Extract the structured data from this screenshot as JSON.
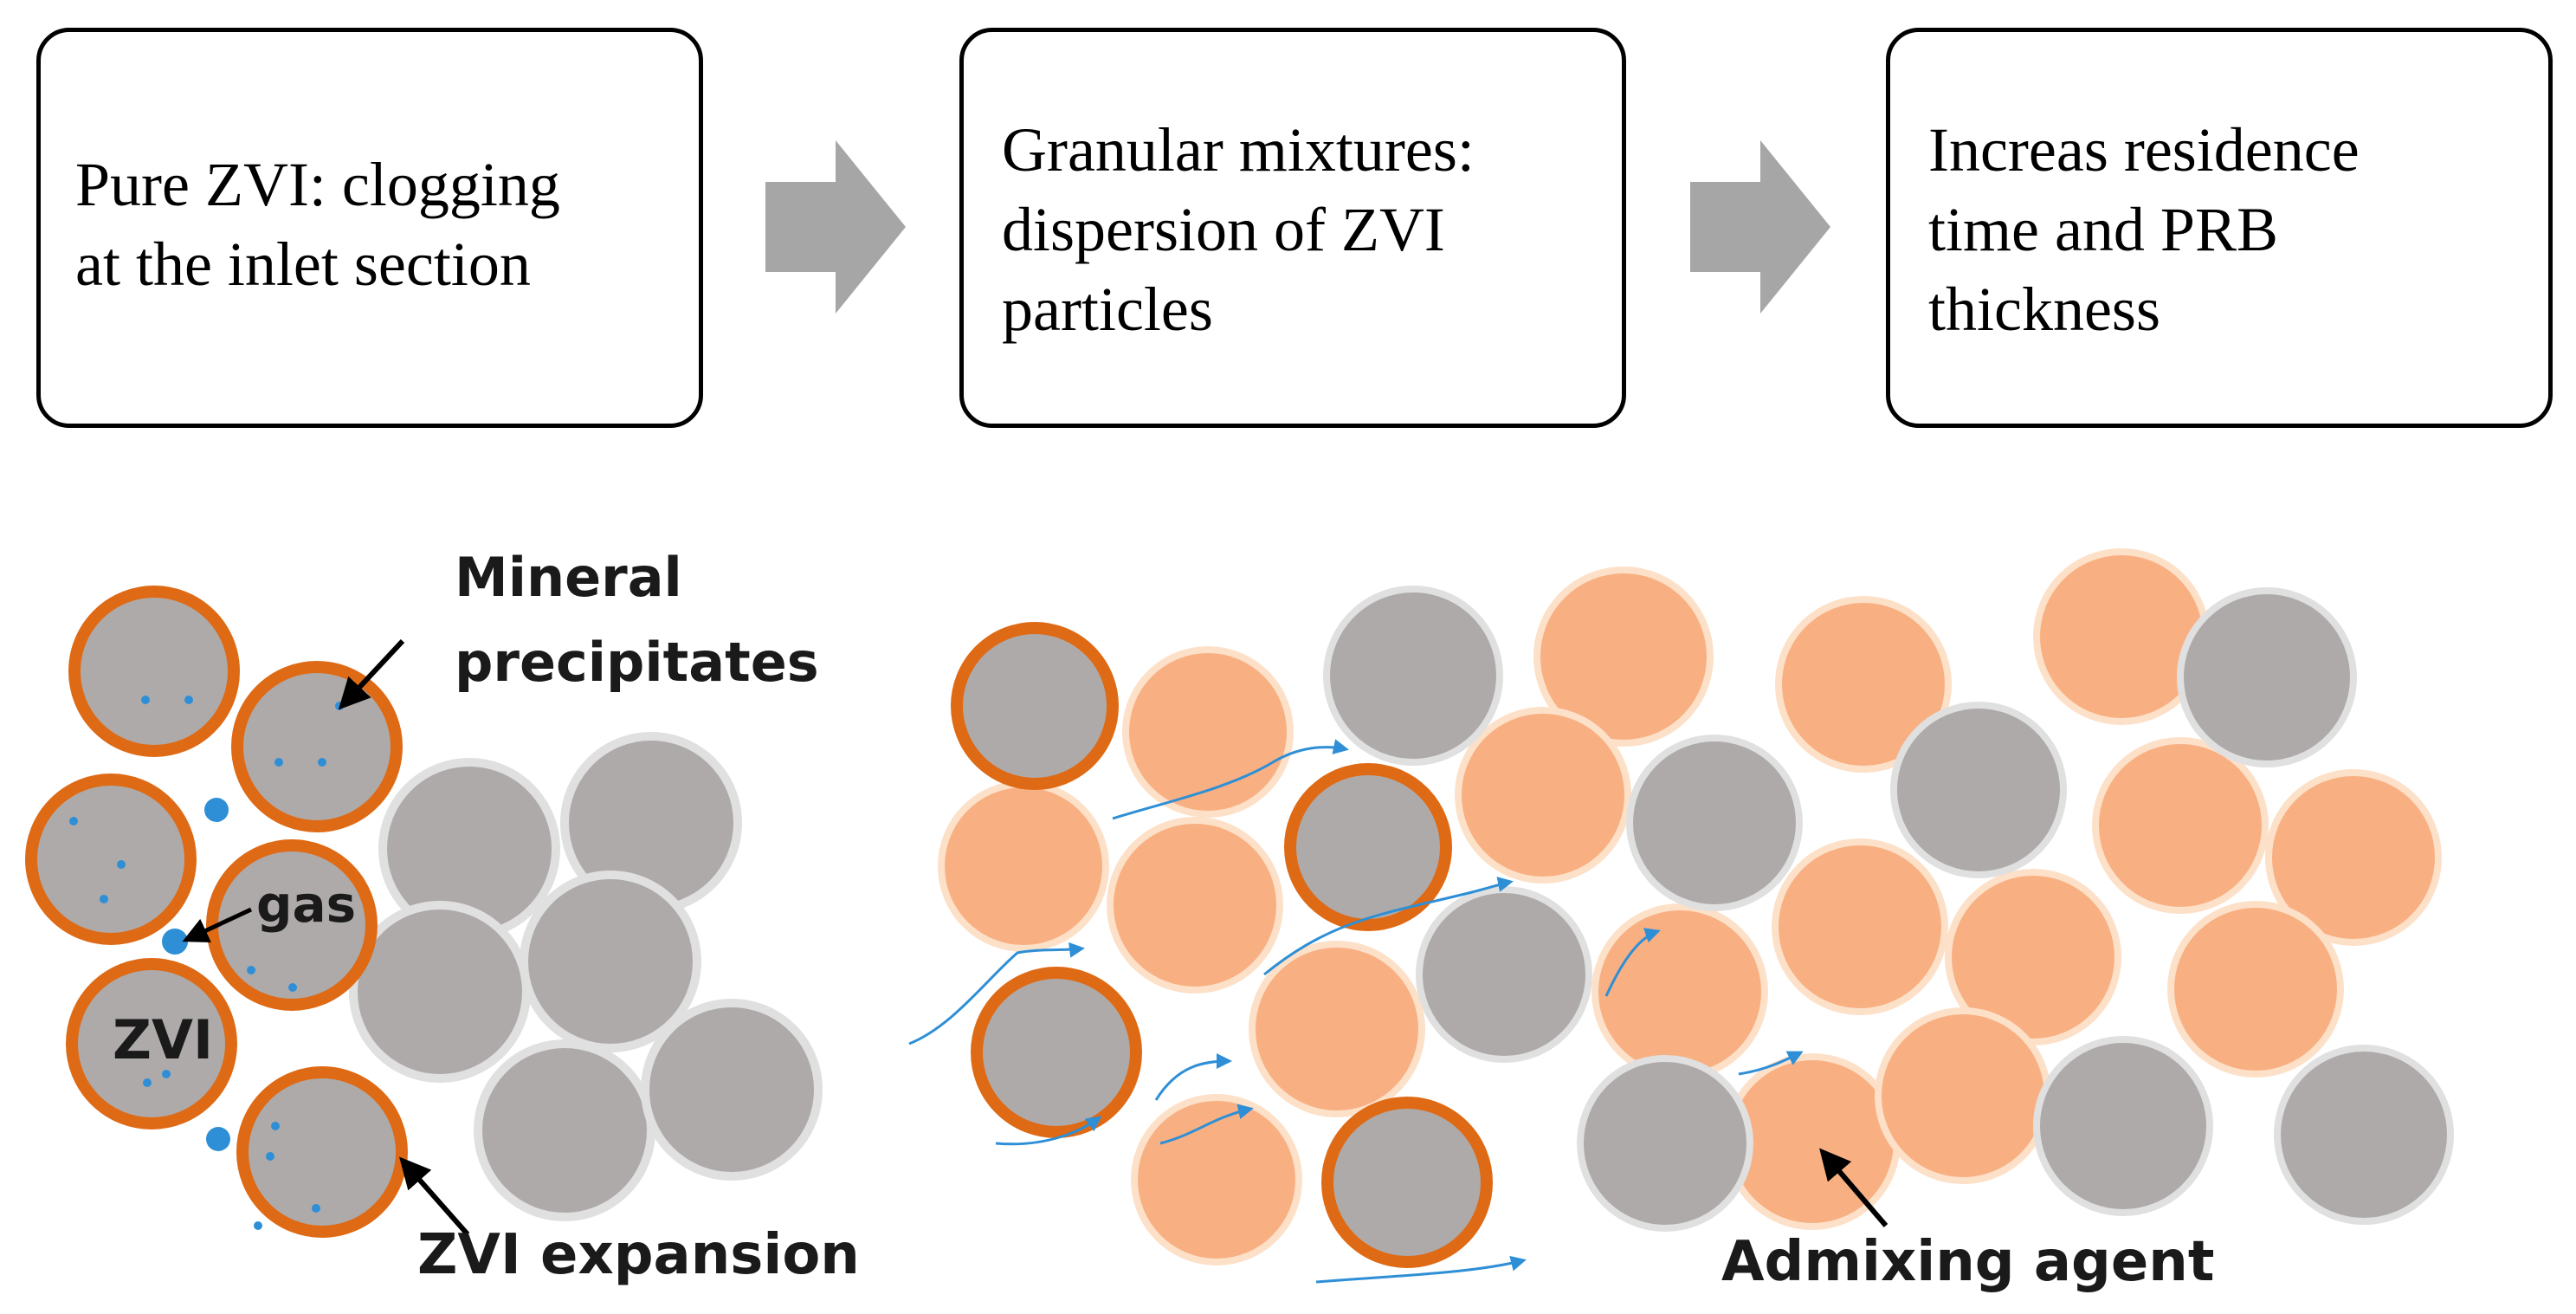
{
  "steps": [
    {
      "text": "Pure ZVI: clogging\nat the inlet section"
    },
    {
      "text": "Granular mixtures:\ndispersion of ZVI\nparticles"
    },
    {
      "text": "Increas residence\ntime and PRB\nthickness"
    }
  ],
  "labels": {
    "mineral_precipitates": "Mineral\nprecipitates",
    "gas": "gas",
    "zvi": "ZVI",
    "zvi_expansion": "ZVI expansion",
    "admixing_agent": "Admixing agent"
  },
  "colors": {
    "grey_particle": "#aeaaaa",
    "grey_particle_rim": "#e0e0e0",
    "orange_particle": "#f8b083",
    "orange_shell": "#df6a15",
    "arrow_grey": "#a6a6a6",
    "water_blue": "#2e8fd6",
    "border": "#000000"
  }
}
